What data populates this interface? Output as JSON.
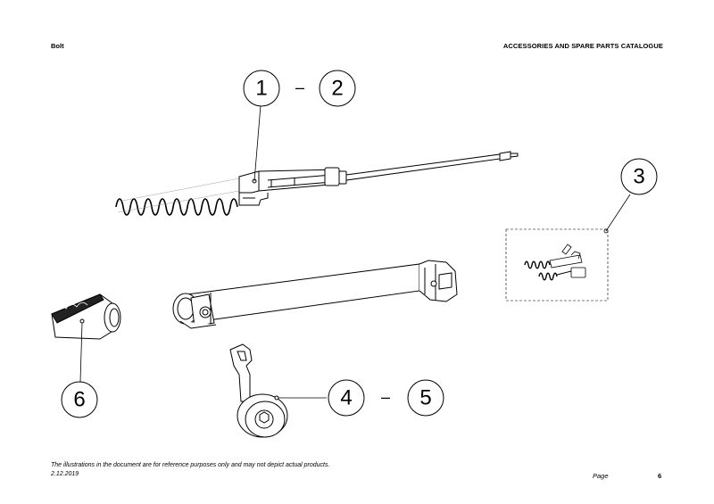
{
  "header": {
    "section": "Bolt",
    "catalogue_title": "ACCESSORIES AND SPARE PARTS CATALOGUE"
  },
  "callouts": {
    "c1": "1",
    "c2": "2",
    "c3": "3",
    "c4": "4",
    "c5": "5",
    "c6": "6",
    "dash": "–"
  },
  "footer": {
    "disclaimer": "The illustrations in the document are for reference purposes only and may not depict actual products.",
    "date": "2.12.2019",
    "page_label": "Page",
    "page_number": "6"
  }
}
